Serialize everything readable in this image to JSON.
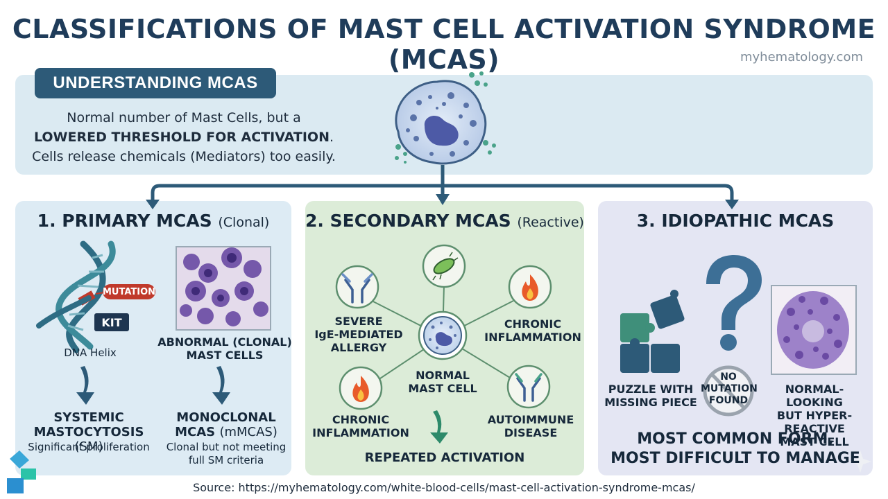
{
  "title": "CLASSIFICATIONS OF MAST CELL ACTIVATION SYNDROME (MCAS)",
  "brand": "myhematology.com",
  "understanding": {
    "heading": "UNDERSTANDING MCAS",
    "line1": "Normal number of Mast Cells, but a",
    "line2": "LOWERED THRESHOLD FOR ACTIVATION",
    "line2_end": ".",
    "line3": "Cells release chemicals (Mediators) too easily."
  },
  "primary": {
    "title": "1. PRIMARY MCAS",
    "subtitle": "(Clonal)",
    "mutation_label": "MUTATION",
    "kit_label": "KIT",
    "dna_label": "DNA Helix",
    "cells_label_1": "ABNORMAL (CLONAL)",
    "cells_label_2": "MAST CELLS",
    "sm_title_1": "SYSTEMIC",
    "sm_title_2": "MASTOCYTOSIS",
    "sm_abbr": "(SM)",
    "sm_desc": "Significant proliferation",
    "mm_title_1": "MONOCLONAL",
    "mm_title_2": "MCAS",
    "mm_abbr": "(mMCAS)",
    "mm_desc_1": "Clonal but not meeting",
    "mm_desc_2": "full SM criteria"
  },
  "secondary": {
    "title": "2. SECONDARY MCAS",
    "subtitle": "(Reactive)",
    "allergy_1": "SEVERE",
    "allergy_2": "IgE-MEDIATED",
    "allergy_3": "ALLERGY",
    "chronic_r_1": "CHRONIC",
    "chronic_r_2": "INFLAMMATION",
    "center_1": "NORMAL",
    "center_2": "MAST CELL",
    "chronic_l_1": "CHRONIC",
    "chronic_l_2": "INFLAMMATION",
    "autoimmune_1": "AUTOIMMUNE",
    "autoimmune_2": "DISEASE",
    "bottom": "REPEATED ACTIVATION"
  },
  "idiopathic": {
    "title": "3. IDIOPATHIC MCAS",
    "puzzle_1": "PUZZLE WITH",
    "puzzle_2": "MISSING PIECE",
    "nomut_1": "NO",
    "nomut_2": "MUTATION",
    "nomut_3": "FOUND",
    "hyper_1": "NORMAL-LOOKING",
    "hyper_2": "BUT HYPER-REACTIVE",
    "hyper_3": "MAST CELL",
    "bottom_1": "MOST COMMON FORM,",
    "bottom_2": "MOST DIFFICULT TO MANAGE"
  },
  "source": "Source: https://myhematology.com/white-blood-cells/mast-cell-activation-syndrome-mcas/",
  "colors": {
    "title": "#1f3c5a",
    "tag": "#2d5a78",
    "connector": "#2d5a78",
    "primary_bg": "#ddebf4",
    "secondary_bg": "#dcecd8",
    "idiopathic_bg": "#e4e6f3",
    "mutation": "#c0392b"
  }
}
